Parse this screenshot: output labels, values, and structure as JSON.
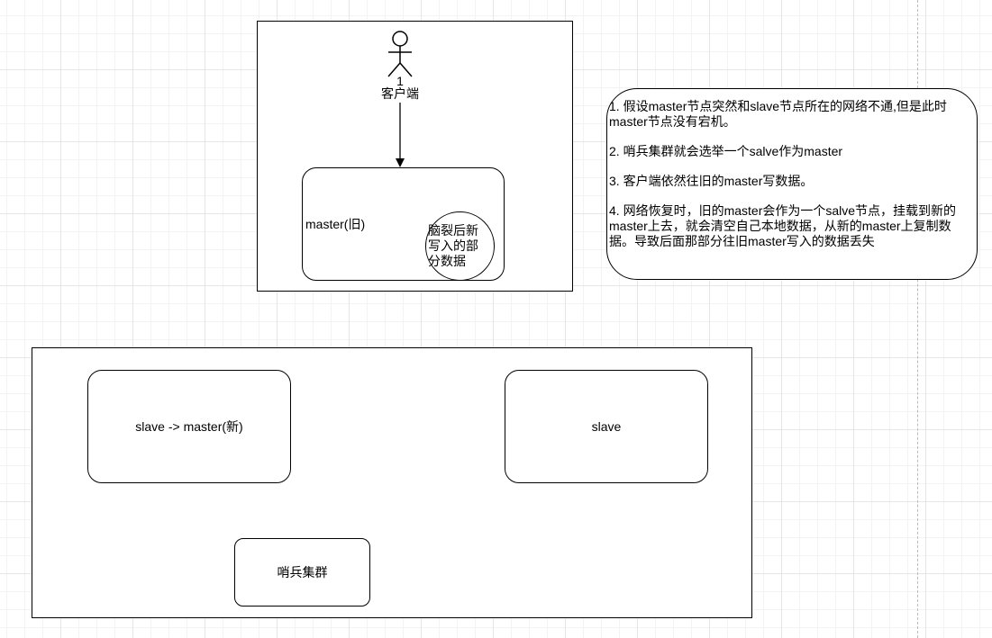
{
  "top_group": {
    "actor": {
      "number": "1",
      "label": "客户端"
    },
    "master_old": {
      "label": "master(旧)"
    },
    "split_data": {
      "lines": [
        "脑裂后新",
        "写入的部",
        "分数据"
      ]
    }
  },
  "note": {
    "items": [
      "1. 假设master节点突然和slave节点所在的网络不通,但是此时master节点没有宕机。",
      "2. 哨兵集群就会选举一个salve作为master",
      "3. 客户端依然往旧的master写数据。",
      "4. 网络恢复时，旧的master会作为一个salve节点，挂载到新的master上去，就会清空自己本地数据，从新的master上复制数据。导致后面那部分往旧master写入的数据丢失"
    ]
  },
  "bottom_group": {
    "new_master": {
      "label": "slave -> master(新)"
    },
    "slave": {
      "label": "slave"
    },
    "sentinel": {
      "label": "哨兵集群"
    }
  }
}
